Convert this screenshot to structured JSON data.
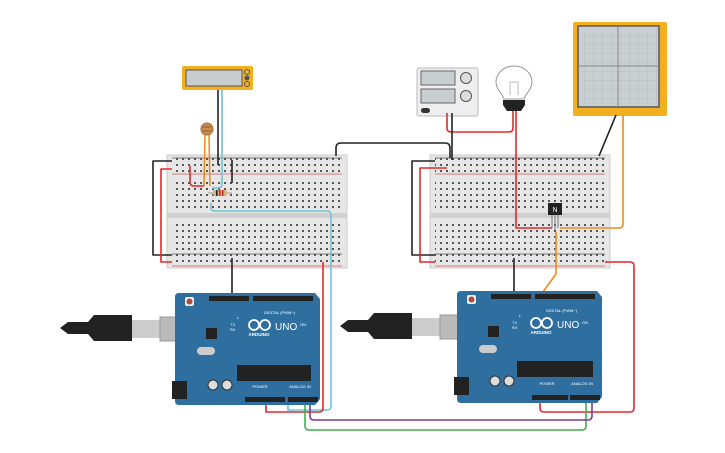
{
  "arduinos": [
    {
      "id": "arduino-1",
      "model": "UNO",
      "brand": "ARDUINO",
      "digital_label": "DIGITAL (PWM~)",
      "power_label": "POWER",
      "analog_label": "ANALOG IN",
      "led_l": "L",
      "led_tx": "TX",
      "led_rx": "RX",
      "led_on": "ON"
    },
    {
      "id": "arduino-2",
      "model": "UNO",
      "brand": "ARDUINO",
      "digital_label": "DIGITAL (PWM~)",
      "power_label": "POWER",
      "analog_label": "ANALOG IN",
      "led_l": "L",
      "led_tx": "TX",
      "led_rx": "RX",
      "led_on": "ON"
    }
  ],
  "transistor": {
    "label": "N"
  },
  "colors": {
    "board": "#2f6f9f",
    "breadboard": "#e6e6e6",
    "instrument": "#f2b01e",
    "wire_red": "#e0292b",
    "wire_black": "#222222",
    "wire_cyan": "#6cc5d9",
    "wire_orange": "#ec8b1a",
    "wire_green": "#3db04b",
    "wire_purple": "#7a3a96"
  }
}
